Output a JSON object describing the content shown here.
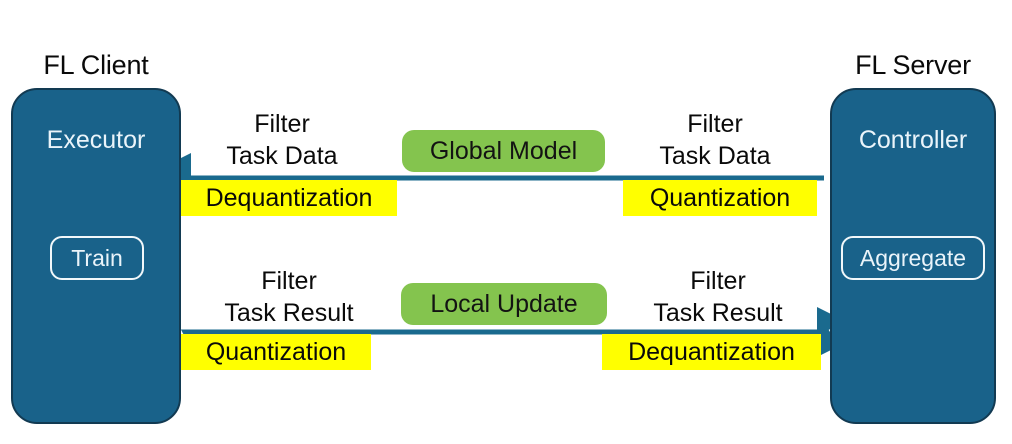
{
  "diagram": {
    "title_left": "FL Client",
    "title_right": "FL Server",
    "client": {
      "panel_label": "Executor",
      "inner_node": "Train"
    },
    "server": {
      "panel_label": "Controller",
      "inner_node": "Aggregate"
    },
    "flows": {
      "downlink": {
        "pill": "Global Model",
        "left_filter_line1": "Filter",
        "left_filter_line2": "Task Data",
        "right_filter_line1": "Filter",
        "right_filter_line2": "Task Data",
        "left_op": "Dequantization",
        "right_op": "Quantization",
        "direction": "right-to-left"
      },
      "uplink": {
        "pill": "Local Update",
        "left_filter_line1": "Filter",
        "left_filter_line2": "Task Result",
        "right_filter_line1": "Filter",
        "right_filter_line2": "Task Result",
        "left_op": "Quantization",
        "right_op": "Dequantization",
        "direction": "left-to-right"
      }
    },
    "colors": {
      "panel_fill": "#19628a",
      "panel_stroke": "#123a52",
      "pill_green": "#84c44e",
      "highlight_yellow": "#ffff00",
      "arrow_teal": "#1a6a8e",
      "arrow_white": "#ffffff",
      "text_dark": "#0a0a0a",
      "text_light": "#eaf4fa"
    }
  }
}
